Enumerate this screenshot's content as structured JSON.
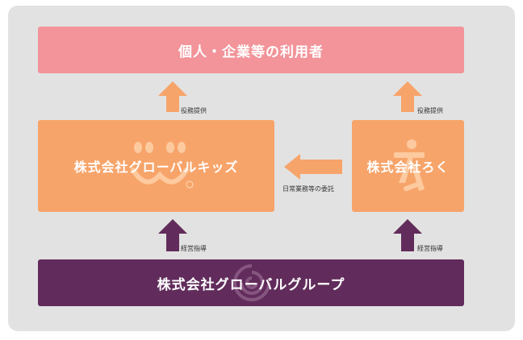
{
  "nodes": {
    "users": "個人・企業等の利用者",
    "kids": "株式会社グローバルキッズ",
    "roku": "株式会社ろく",
    "group": "株式会社グローバルグループ"
  },
  "edges": {
    "service_left": "役務提供",
    "service_right": "役務提供",
    "consign": "日常業務等の委託",
    "guidance_left": "経営指導",
    "guidance_right": "経営指導"
  },
  "colors": {
    "background": "#e2e2e2",
    "users_box": "#f2949a",
    "company_box": "#f7a46a",
    "group_box": "#612c5b",
    "service_arrow": "#f7a46a",
    "guidance_arrow": "#612c5b"
  },
  "icons": {
    "kids_watermark": "smiley-face-logo",
    "roku_watermark": "running-figure-logo",
    "group_watermark": "spiral-logo"
  }
}
